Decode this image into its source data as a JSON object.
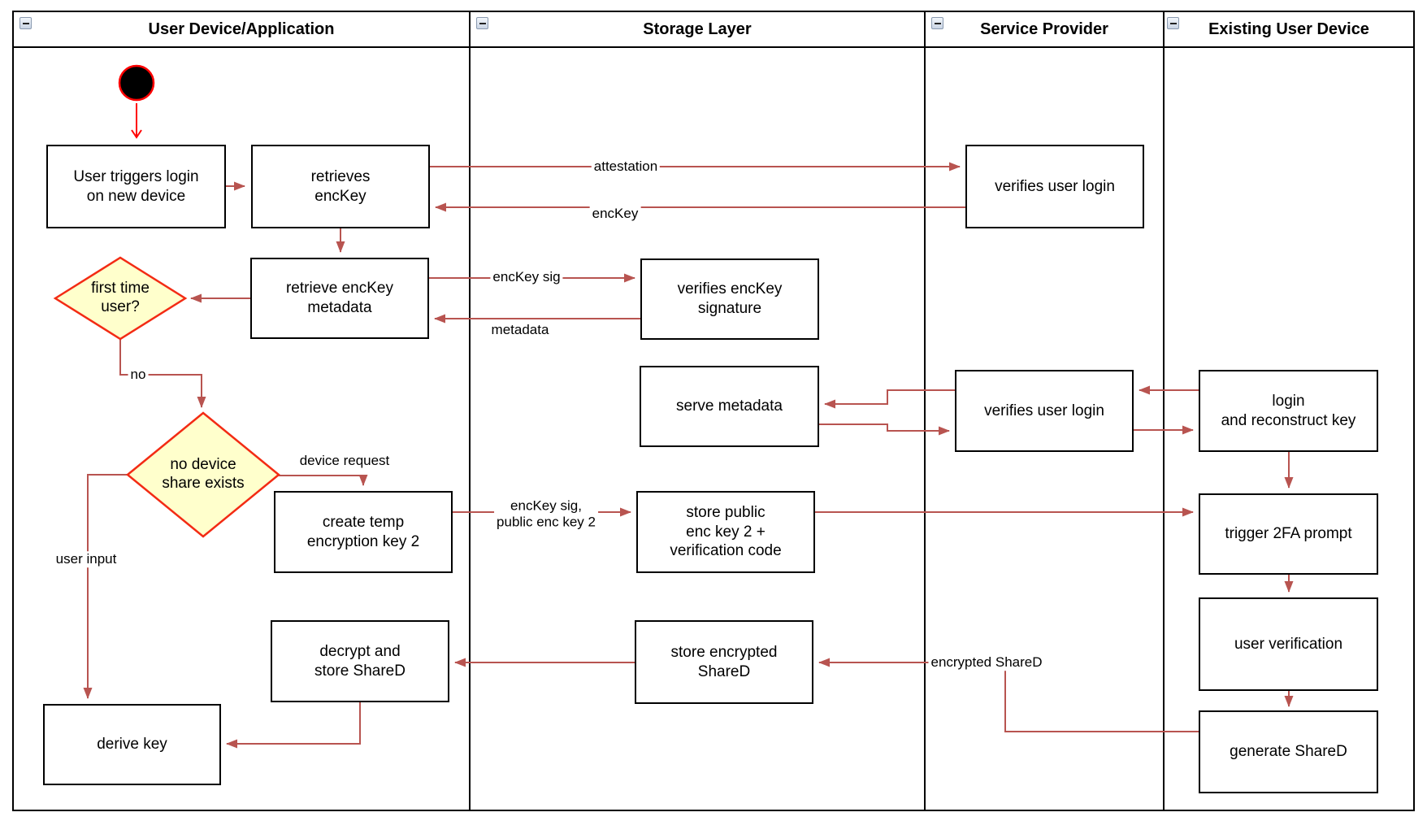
{
  "lanes": [
    {
      "title": "User Device/Application"
    },
    {
      "title": "Storage Layer"
    },
    {
      "title": "Service Provider"
    },
    {
      "title": "Existing User Device"
    }
  ],
  "nodes": {
    "user_triggers_login": [
      "User triggers login",
      "on new device"
    ],
    "retrieves_enckey": [
      "retrieves",
      "encKey"
    ],
    "retrieve_enckey_metadata": [
      "retrieve encKey",
      "metadata"
    ],
    "create_temp_key": [
      "create temp",
      "encryption key 2"
    ],
    "decrypt_store_shared": [
      "decrypt and",
      "store ShareD"
    ],
    "derive_key": "derive key",
    "verifies_enckey_signature": [
      "verifies encKey",
      "signature"
    ],
    "serve_metadata": "serve metadata",
    "store_public_enc_key": [
      "store public",
      "enc key 2 +",
      "verification code"
    ],
    "store_encrypted_shared": [
      "store encrypted",
      "ShareD"
    ],
    "verifies_user_login_top": "verifies user login",
    "verifies_user_login_mid": "verifies user login",
    "login_reconstruct_key": [
      "login",
      "and reconstruct key"
    ],
    "trigger_2fa_prompt": "trigger 2FA prompt",
    "user_verification": "user verification",
    "generate_shared": "generate ShareD"
  },
  "decisions": {
    "first_time_user": [
      "first time",
      "user?"
    ],
    "no_device_share": [
      "no device",
      "share exists"
    ]
  },
  "edge_labels": {
    "attestation": "attestation",
    "enckey": "encKey",
    "enckey_sig": "encKey sig",
    "metadata": "metadata",
    "no": "no",
    "device_request": "device request",
    "enckey_sig_public": [
      "encKey sig,",
      "public enc key 2"
    ],
    "user_input": "user input",
    "encrypted_shared": "encrypted ShareD"
  },
  "colors": {
    "edge": "#b85450",
    "start_accent": "#ff0000",
    "decision_fill": "#ffffcc",
    "decision_border": "#f32b14",
    "shape_border": "#000000",
    "shape_fill": "#ffffff"
  }
}
